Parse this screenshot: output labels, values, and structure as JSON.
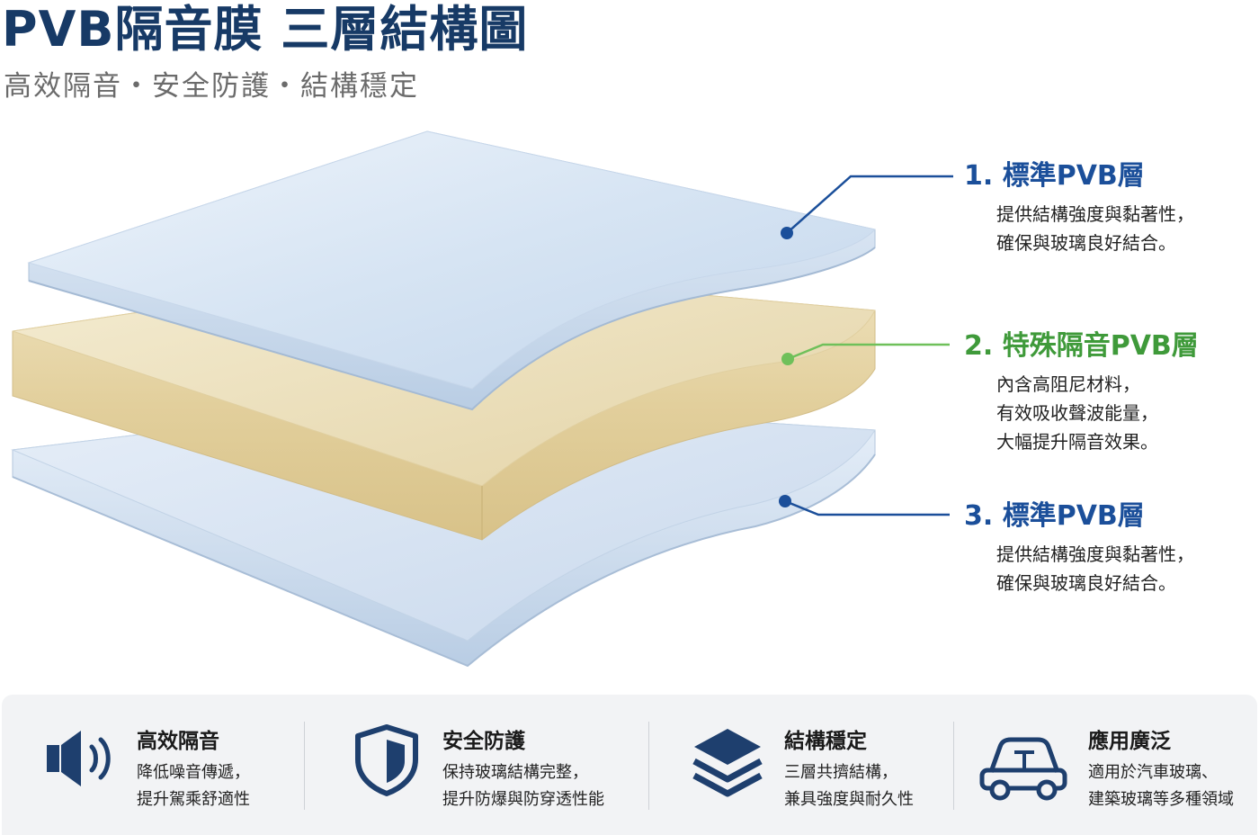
{
  "header": {
    "title": "PVB隔音膜 三層結構圖",
    "subtitle": "高效隔音・安全防護・結構穩定"
  },
  "layers": [
    {
      "label": "1. 標準PVB層",
      "desc": [
        "提供結構強度與黏著性，",
        "確保與玻璃良好結合。"
      ],
      "color": "#1b4f9a"
    },
    {
      "label": "2. 特殊隔音PVB層",
      "desc": [
        "內含高阻尼材料，",
        "有效吸收聲波能量，",
        "大幅提升隔音效果。"
      ],
      "color": "#3f9a3a"
    },
    {
      "label": "3. 標準PVB層",
      "desc": [
        "提供結構強度與黏著性，",
        "確保與玻璃良好結合。"
      ],
      "color": "#1b4f9a"
    }
  ],
  "features": [
    {
      "icon": "speaker-icon",
      "title": "高效隔音",
      "desc": [
        "降低噪音傳遞，",
        "提升駕乘舒適性"
      ]
    },
    {
      "icon": "shield-icon",
      "title": "安全防護",
      "desc": [
        "保持玻璃結構完整，",
        "提升防爆與防穿透性能"
      ]
    },
    {
      "icon": "layers-icon",
      "title": "結構穩定",
      "desc": [
        "三層共擠結構，",
        "兼具強度與耐久性"
      ]
    },
    {
      "icon": "car-icon",
      "title": "應用廣泛",
      "desc": [
        "適用於汽車玻璃、",
        "建築玻璃等多種領域"
      ]
    }
  ],
  "colors": {
    "title": "#173a66",
    "icon_navy": "#1e3f6e",
    "clear_layer": "#cfe0f2",
    "core_layer": "#e8d9b0"
  }
}
